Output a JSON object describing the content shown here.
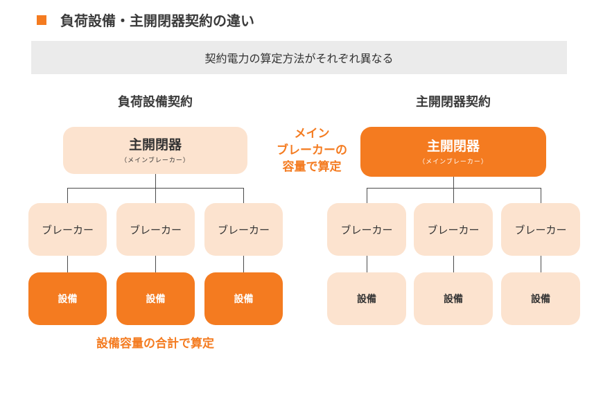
{
  "header": {
    "title": "負荷設備・主開閉器契約の違い"
  },
  "banner": {
    "text": "契約電力の算定方法がそれぞれ異なる"
  },
  "left": {
    "section_title": "負荷設備契約",
    "main_switch": {
      "label": "主開閉器",
      "sub": "（メインブレーカー）"
    },
    "breakers": [
      "ブレーカー",
      "ブレーカー",
      "ブレーカー"
    ],
    "equipment": [
      "設備",
      "設備",
      "設備"
    ],
    "note": "設備容量の合計で算定"
  },
  "right": {
    "section_title": "主開閉器契約",
    "main_switch": {
      "label": "主開閉器",
      "sub": "（メインブレーカー）"
    },
    "breakers": [
      "ブレーカー",
      "ブレーカー",
      "ブレーカー"
    ],
    "equipment": [
      "設備",
      "設備",
      "設備"
    ],
    "note_lines": [
      "メイン",
      "ブレーカーの",
      "容量で算定"
    ]
  },
  "colors": {
    "accent": "#f47b20",
    "light_fill": "#fce3cf",
    "banner_fill": "#ebebeb"
  }
}
